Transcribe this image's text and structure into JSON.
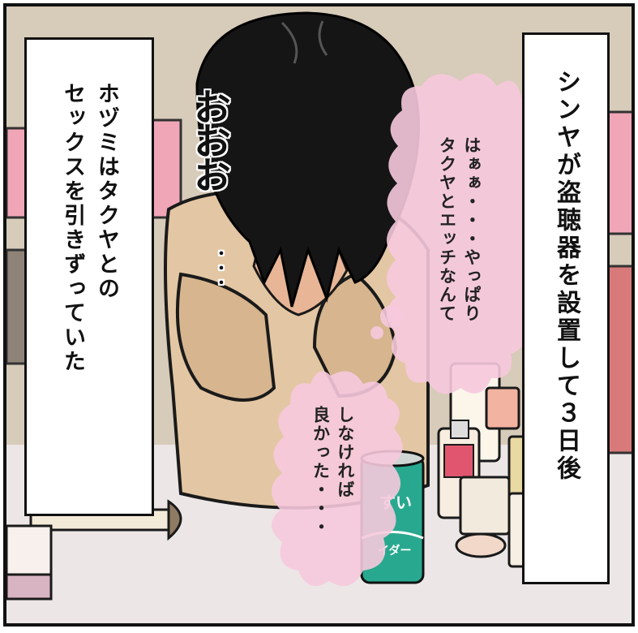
{
  "narration": {
    "left": "ホヅミはタクヤとの\nセックスを引きずっていた",
    "right": "シンヤが盗聴器を設置して３日後"
  },
  "bubbles": {
    "upper": "はぁぁ・・・やっぱり\nタクヤとエッチなんて",
    "lower": "しなければ\n良かった・・・"
  },
  "sfx": {
    "sigh": "おおお",
    "sigh_dots": "・・・"
  },
  "can": {
    "label_top": "すい",
    "label_bottom": "イダー"
  },
  "colors": {
    "wall": "#d7cbb9",
    "table": "#ece6e6",
    "hair": "#151515",
    "sweater": "#e3c6a3",
    "bubble": "#f6c9dd",
    "can": "#28a88f"
  }
}
